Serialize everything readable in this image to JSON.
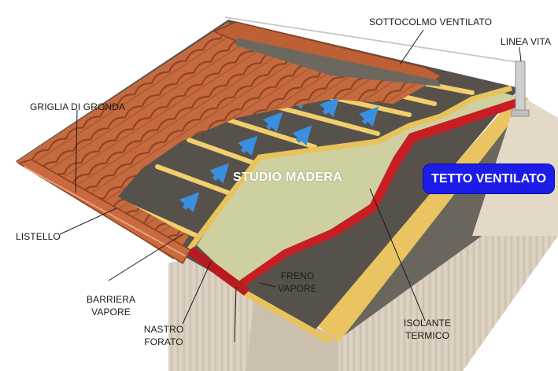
{
  "labels": {
    "sottocolmo": "SOTTOCOLMO VENTILATO",
    "linea_vita": "LINEA VITA",
    "griglia": "GRIGLIA DI GRONDA",
    "listello": "LISTELLO",
    "barriera": [
      "BARRIERA",
      "VAPORE"
    ],
    "nastro": [
      "NASTRO",
      "FORATO"
    ],
    "freno": [
      "FRENO",
      "VAPORE"
    ],
    "isolante": [
      "ISOLANTE",
      "TERMICO"
    ]
  },
  "watermark": "STUDIO MADERA",
  "badge": {
    "text": "TETTO VENTILATO",
    "color": "#1c1ce6"
  },
  "colors": {
    "tile": "#c56a3e",
    "tile_shadow": "#8e4424",
    "membrane": "#55524c",
    "batten": "#f2cf6c",
    "insulation": "#cfd0a0",
    "vapor_brake": "#c81d23",
    "wall": "#d8ccbe",
    "arrow": "#3a8fe0"
  }
}
